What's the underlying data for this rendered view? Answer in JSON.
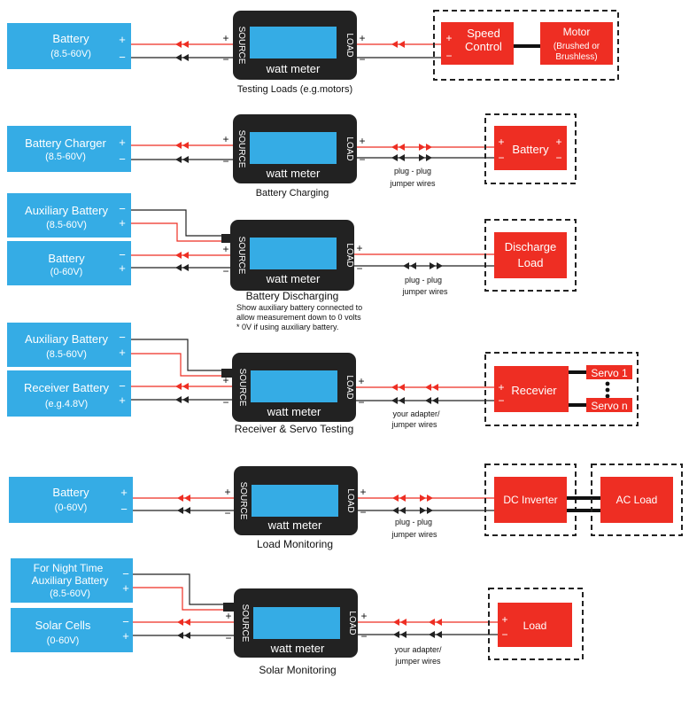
{
  "colors": {
    "panel_blue": "#35ace5",
    "component_red": "#ee2e23",
    "device_black": "#222222"
  },
  "device": {
    "source_label": "SOURCE",
    "load_label": "LOAD",
    "name": "watt meter"
  },
  "polarity": {
    "pos": "+",
    "neg": "−"
  },
  "sec1": {
    "battery_name": "Battery",
    "battery_range": "(8.5-60V)",
    "speed_control": "Speed Control",
    "motor_title": "Motor",
    "motor_sub1": "(Brushed or",
    "motor_sub2": "Brushless)",
    "caption": "Testing Loads (e.g.motors)"
  },
  "sec2": {
    "charger_name": "Battery Charger",
    "charger_range": "(8.5-60V)",
    "load_battery": "Battery",
    "jumper1": "plug - plug",
    "jumper2": "jumper wires",
    "caption": "Battery Charging"
  },
  "sec3": {
    "aux_name": "Auxiliary Battery",
    "aux_range": "(8.5-60V)",
    "bat_name": "Battery",
    "bat_range": "(0-60V)",
    "discharge1": "Discharge",
    "discharge2": "Load",
    "jumper1": "plug - plug",
    "jumper2": "jumper wires",
    "caption": "Battery Discharging",
    "note1": "Show auxiliary battery connected to",
    "note2": "allow measurement down to 0 volts",
    "note3": "* 0V if using auxiliary battery."
  },
  "sec4": {
    "aux_name": "Auxiliary Battery",
    "aux_range": "(8.5-60V)",
    "recv_name": "Receiver Battery",
    "recv_range": "(e.g.4.8V)",
    "receiver": "Recevier",
    "servo1": "Servo 1",
    "servon": "Servo n",
    "adapter1": "your adapter/",
    "adapter2": "jumper wires",
    "caption": "Receiver & Servo Testing"
  },
  "sec5": {
    "bat_name": "Battery",
    "bat_range": "(0-60V)",
    "dc_inverter": "DC Inverter",
    "ac_load": "AC Load",
    "jumper1": "plug - plug",
    "jumper2": "jumper wires",
    "caption": "Load Monitoring"
  },
  "sec6": {
    "night1": "For Night Time",
    "night2": "Auxiliary Battery",
    "night_range": "(8.5-60V)",
    "solar_name": "Solar Cells",
    "solar_range": "(0-60V)",
    "load": "Load",
    "adapter1": "your adapter/",
    "adapter2": "jumper wires",
    "caption": "Solar Monitoring"
  }
}
